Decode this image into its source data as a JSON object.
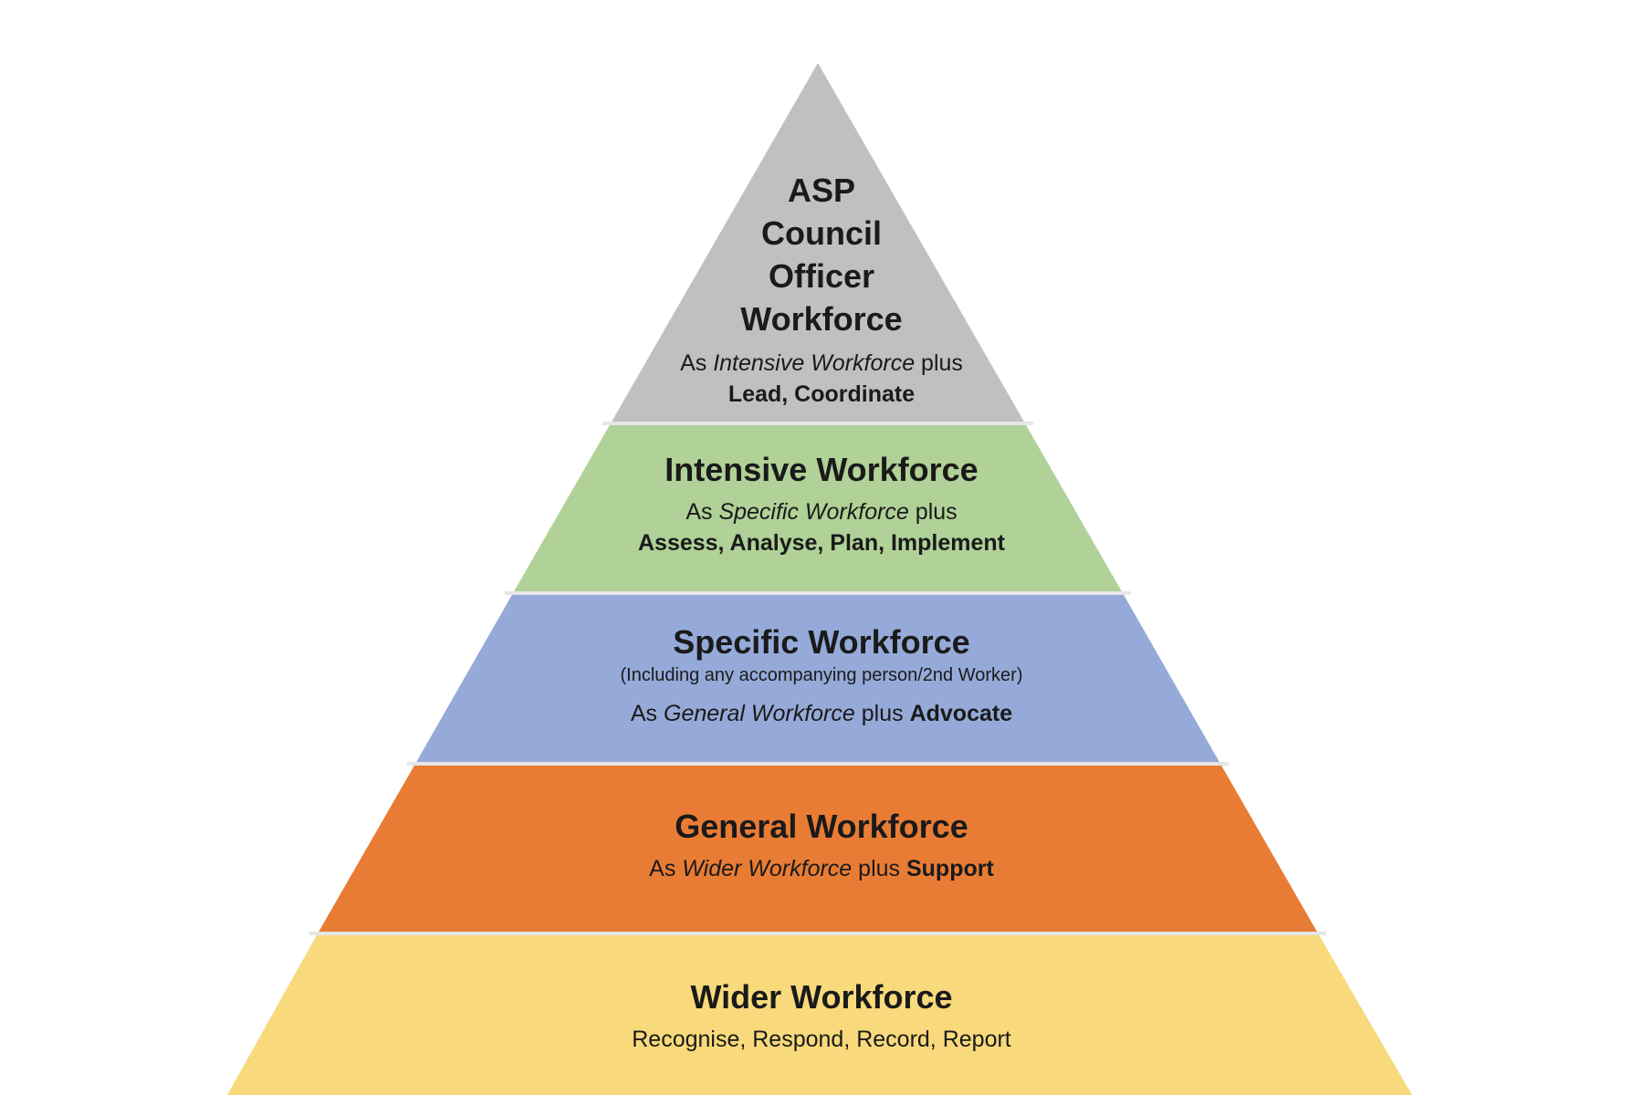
{
  "colors": {
    "apex": "#c0c0c0",
    "intensive": "#b0d197",
    "specific": "#95aad8",
    "general": "#e97c34",
    "wider": "#f8d97b",
    "separator": "#e6e6e6"
  },
  "tiers": {
    "apex": {
      "title_lines": [
        "ASP",
        "Council",
        "Officer",
        "Workforce"
      ],
      "desc": {
        "prefix": "As ",
        "italic": "Intensive Workforce",
        "mid": " plus",
        "bold": "Lead, Coordinate"
      }
    },
    "intensive": {
      "title": "Intensive Workforce",
      "desc": {
        "prefix": "As ",
        "italic": "Specific Workforce",
        "mid": " plus",
        "bold": "Assess, Analyse, Plan, Implement"
      }
    },
    "specific": {
      "title": "Specific Workforce",
      "note": "(Including any accompanying person/2nd Worker)",
      "desc": {
        "prefix": "As ",
        "italic": "General Workforce",
        "mid": " plus ",
        "bold": "Advocate"
      }
    },
    "general": {
      "title": "General Workforce",
      "desc": {
        "prefix": "As ",
        "italic": "Wider Workforce",
        "mid": " plus ",
        "bold": "Support"
      }
    },
    "wider": {
      "title": "Wider Workforce",
      "desc": "Recognise, Respond, Record, Report"
    }
  }
}
